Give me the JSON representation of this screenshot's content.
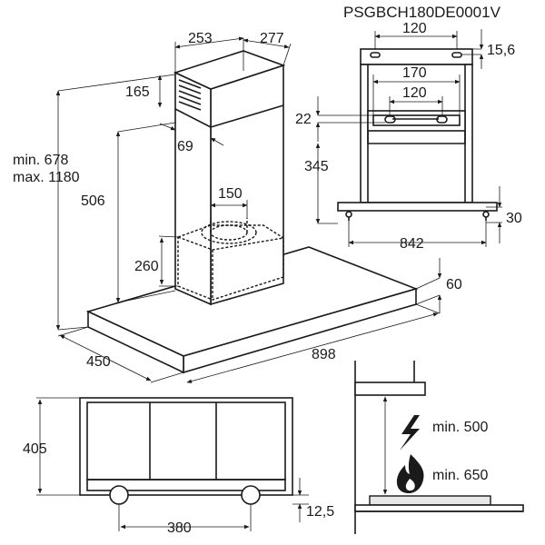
{
  "model": "PSGBCH180DE0001V",
  "main_view": {
    "dim_chimney_width": "253",
    "dim_chimney_depth": "277",
    "dim_vent_grille": "165",
    "dim_offset": "69",
    "dim_height_min": "min. 678",
    "dim_height_max": "max. 1180",
    "dim_lower_chimney": "506",
    "dim_outlet_diameter": "150",
    "dim_motor_height": "260",
    "dim_canopy_thickness": "60",
    "dim_depth": "450",
    "dim_width": "898"
  },
  "bracket_view": {
    "dim_top_holes": "120",
    "dim_top_offset": "15,6",
    "dim_bracket_width": "170",
    "dim_bracket_holes": "120",
    "dim_bracket_offset": "22",
    "dim_bracket_height": "345",
    "dim_hood_offset": "30",
    "dim_hood_holes": "842"
  },
  "top_view": {
    "dim_depth": "405",
    "dim_light_spacing": "380",
    "dim_light_offset": "12,5"
  },
  "clearance_view": {
    "electric_label": "min. 500",
    "gas_label": "min. 650",
    "icons": [
      "lightning-icon",
      "flame-icon"
    ]
  }
}
